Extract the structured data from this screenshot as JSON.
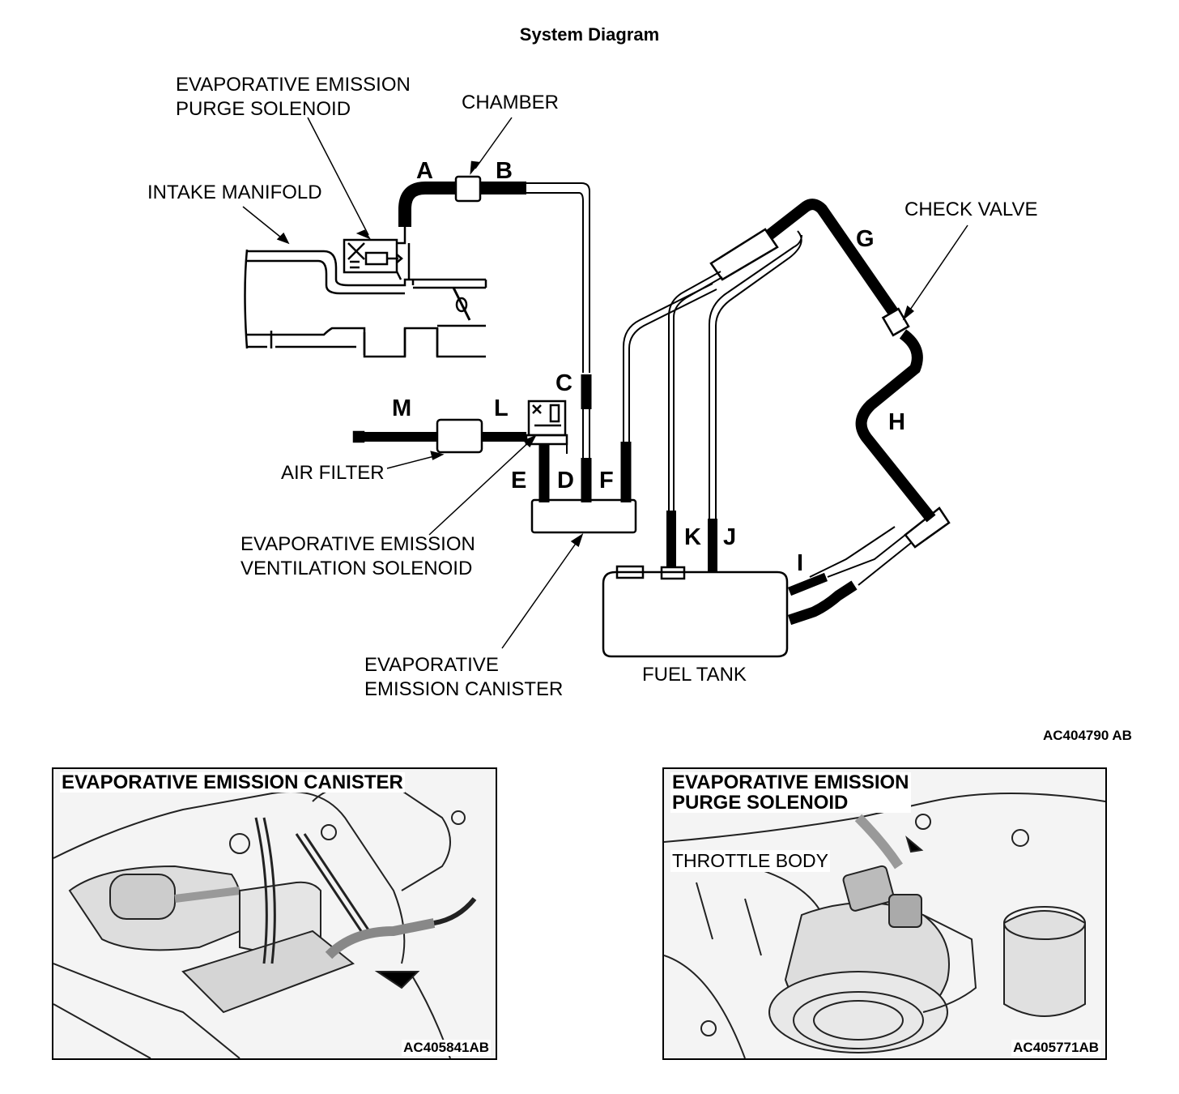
{
  "title": "System Diagram",
  "figure_code": "AC404790 AB",
  "labels": {
    "purge_solenoid": [
      "EVAPORATIVE EMISSION",
      "PURGE SOLENOID"
    ],
    "chamber": "CHAMBER",
    "intake_manifold": "INTAKE MANIFOLD",
    "check_valve": "CHECK VALVE",
    "air_filter": "AIR FILTER",
    "ventilation_solenoid": [
      "EVAPORATIVE EMISSION",
      "VENTILATION SOLENOID"
    ],
    "canister": [
      "EVAPORATIVE",
      "EMISSION CANISTER"
    ],
    "fuel_tank": "FUEL TANK"
  },
  "hose_letters": [
    "A",
    "B",
    "C",
    "D",
    "E",
    "F",
    "G",
    "H",
    "I",
    "J",
    "K",
    "L",
    "M"
  ],
  "photos": [
    {
      "title": "EVAPORATIVE EMISSION CANISTER",
      "code": "AC405841AB"
    },
    {
      "title_lines": [
        "EVAPORATIVE EMISSION",
        "PURGE SOLENOID"
      ],
      "label": "THROTTLE BODY",
      "code": "AC405771AB"
    }
  ]
}
